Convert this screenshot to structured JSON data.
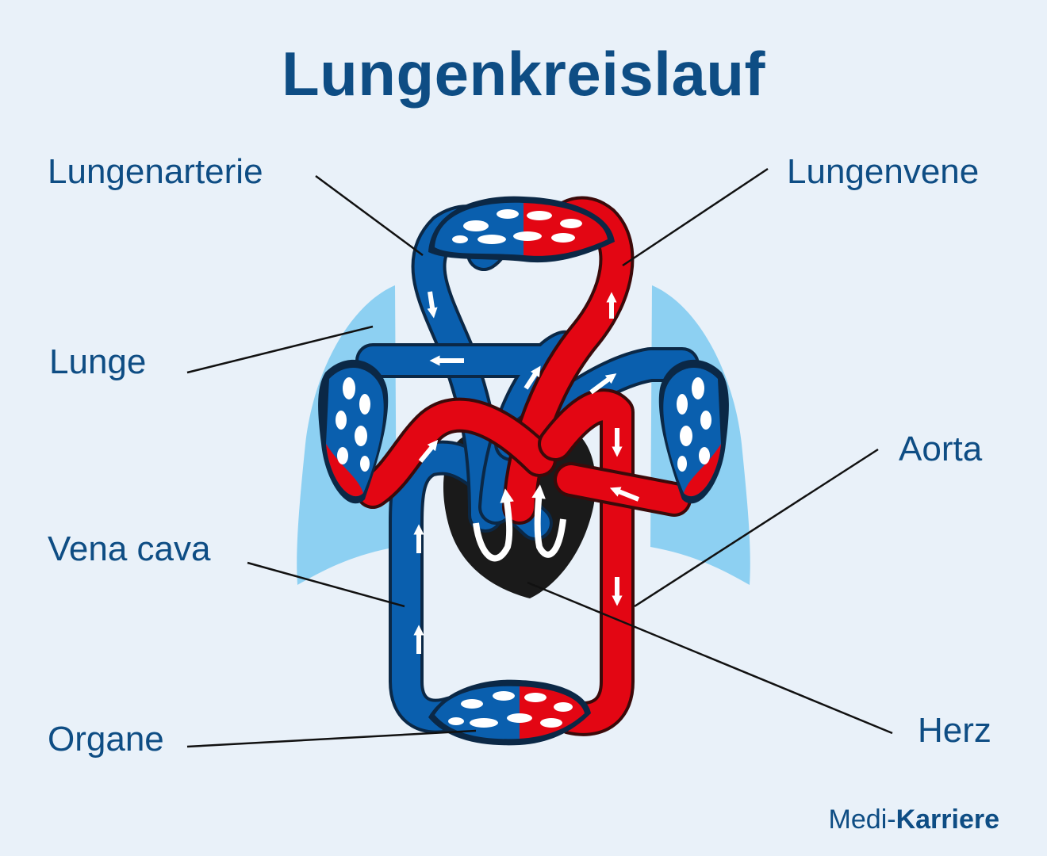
{
  "title": "Lungenkreislauf",
  "labels": {
    "lungenarterie": "Lungenarterie",
    "lungenvene": "Lungenvene",
    "lunge": "Lunge",
    "aorta": "Aorta",
    "vena_cava": "Vena cava",
    "herz": "Herz",
    "organe": "Organe"
  },
  "logo": {
    "prefix": "Medi-",
    "brand": "Karriere"
  },
  "colors": {
    "background": "#e9f1f9",
    "text": "#0e4d84",
    "deoxygenated_blood": "#0a5fae",
    "oxygenated_blood": "#e30613",
    "lung": "#8dd0f2",
    "heart": "#1a1a1a"
  }
}
